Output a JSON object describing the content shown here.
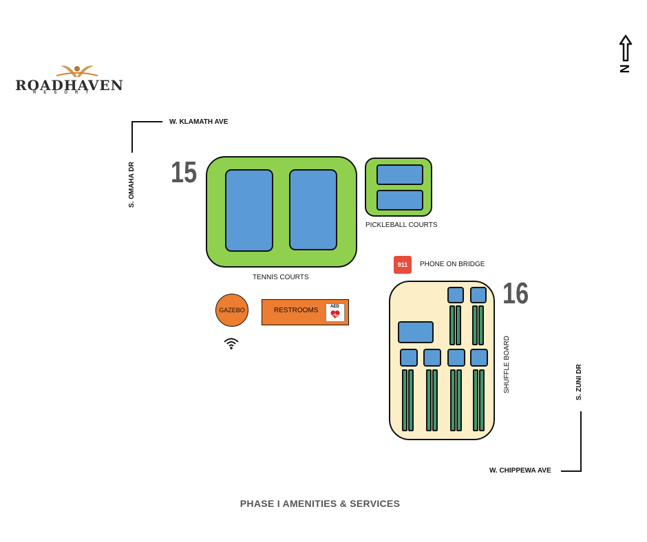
{
  "logo": {
    "name": "ROADHAVEN",
    "sub": "RESORT",
    "icon": "phoenix-emblem"
  },
  "compass": {
    "letter": "N",
    "icon": "north-arrow-icon"
  },
  "streets": {
    "klamath": "W. KLAMATH AVE",
    "omaha": "S. OMAHA DR",
    "zuni": "S. ZUNI DR",
    "chippewa": "W. CHIPPEWA AVE"
  },
  "areas": {
    "area15": "15",
    "area16": "16"
  },
  "amenities": {
    "tennis": "TENNIS COURTS",
    "pickleball": "PICKLEBALL COURTS",
    "phone_badge": "911",
    "phone": "PHONE ON BRIDGE",
    "gazebo": "GAZEBO",
    "restrooms": "RESTROOMS",
    "aed": "AED",
    "shuffleboard": "SHUFFLE BOARD",
    "wifi_icon": "wifi-icon"
  },
  "colors": {
    "grass": "#8fd14f",
    "court": "#5b9bd5",
    "cream": "#fcefc7",
    "orange": "#ed7d31",
    "strip": "#3e9a6e",
    "emergency": "#e74c3c"
  },
  "footer": "PHASE I AMENITIES & SERVICES"
}
